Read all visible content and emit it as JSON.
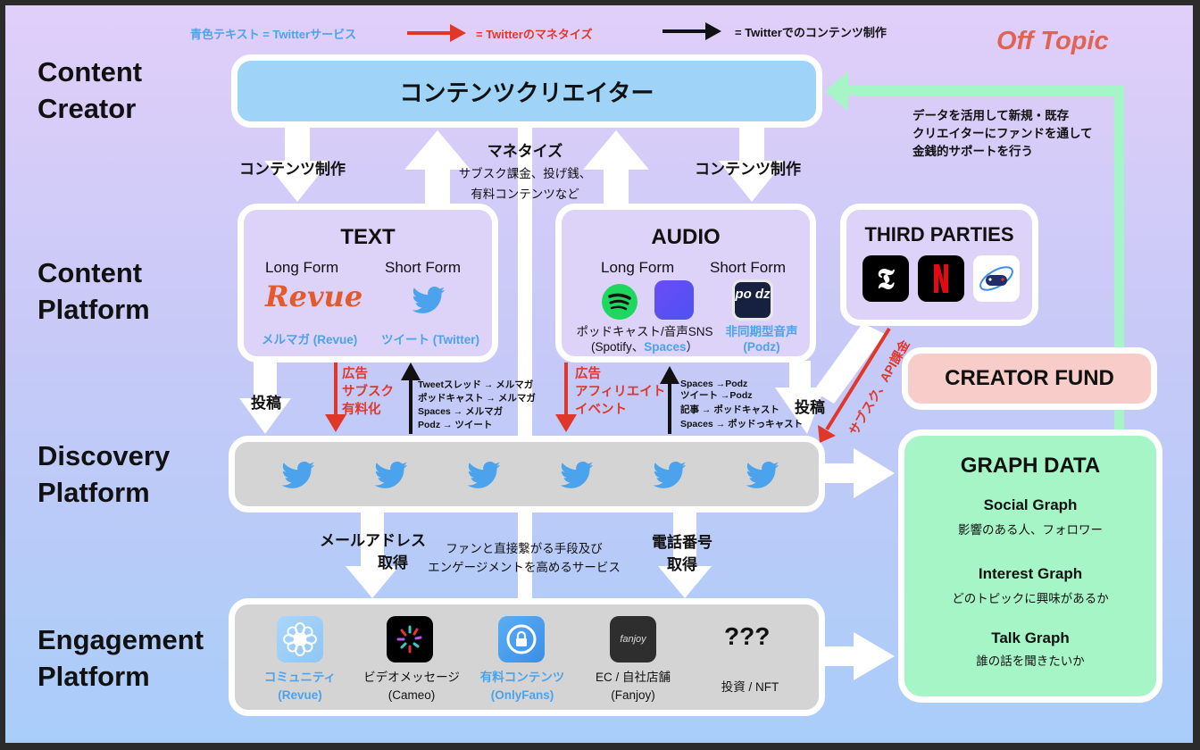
{
  "legend": {
    "blue_text": "青色テキスト = Twitterサービス",
    "red_arrow": "= Twitterのマネタイズ",
    "black_arrow": "= Twitterでのコンテンツ制作"
  },
  "off_topic": "Off Topic",
  "row_labels": {
    "content_creator": [
      "Content",
      "Creator"
    ],
    "content_platform": [
      "Content",
      "Platform"
    ],
    "discovery_platform": [
      "Discovery",
      "Platform"
    ],
    "engagement_platform": [
      "Engagement",
      "Platform"
    ]
  },
  "creator_box": {
    "title": "コンテンツクリエイター"
  },
  "arrows": {
    "content_creation_left": "コンテンツ制作",
    "content_creation_right": "コンテンツ制作",
    "monetize_title": "マネタイズ",
    "monetize_desc_1": "サブスク課金、投げ銭、",
    "monetize_desc_2": "有料コンテンツなど",
    "fund_note_1": "データを活用して新規・既存",
    "fund_note_2": "クリエイターにファンドを通して",
    "fund_note_3": "金銭的サポートを行う",
    "post_left": "投稿",
    "post_right": "投稿",
    "email_1": "メールアドレス",
    "email_2": "取得",
    "phone_1": "電話番号",
    "phone_2": "取得",
    "engage_desc_1": "ファンと直接繋がる手段及び",
    "engage_desc_2": "エンゲージメントを高めるサービス",
    "third_party_monetize": "サブスク、API課金"
  },
  "text_box": {
    "title": "TEXT",
    "long_form": "Long Form",
    "short_form": "Short Form",
    "revue_logo": "Revue",
    "long_caption": "メルマガ (Revue)",
    "short_caption": "ツイート (Twitter)",
    "monetize": [
      "広告",
      "サブスク",
      "有料化"
    ],
    "flows": [
      "Tweetスレッド → メルマガ",
      "ポッドキャスト → メルマガ",
      "Spaces → メルマガ",
      "Podz → ツイート"
    ]
  },
  "audio_box": {
    "title": "AUDIO",
    "long_form": "Long Form",
    "short_form": "Short Form",
    "podz_logo": "po dz",
    "long_caption_1": "ポッドキャスト/音声SNS",
    "long_caption_2a": "(Spotify、",
    "long_caption_2b": "Spaces",
    "long_caption_2c": "）",
    "short_caption_1": "非同期型音声",
    "short_caption_2": "(Podz)",
    "monetize": [
      "広告",
      "アフィリエイト",
      "イベント"
    ],
    "flows": [
      "Spaces →Podz",
      "ツイート →Podz",
      "記事 → ポッドキャスト",
      "Spaces → ポッドっキャスト"
    ]
  },
  "third_parties": {
    "title": "THIRD PARTIES",
    "icons": [
      "nytimes-icon",
      "netflix-icon",
      "game-icon"
    ]
  },
  "creator_fund": {
    "title": "CREATOR FUND"
  },
  "discovery": {
    "bird_count": 6
  },
  "engagement": {
    "items": [
      {
        "icon": "revue-community-icon",
        "line1": "コミュニティ",
        "line2": "(Revue)",
        "blue": true
      },
      {
        "icon": "cameo-icon",
        "line1": "ビデオメッセージ",
        "line2": "(Cameo)",
        "blue": false
      },
      {
        "icon": "onlyfans-icon",
        "line1": "有料コンテンツ",
        "line2": "(OnlyFans)",
        "blue": true
      },
      {
        "icon": "fanjoy-icon",
        "line1": "EC / 自社店舗",
        "line2": "(Fanjoy)",
        "blue": false
      },
      {
        "icon": "question-icon",
        "line1": "投資 / NFT",
        "line2": "",
        "blue": false
      }
    ],
    "fanjoy_logo": "fanjoy",
    "unknown": "???"
  },
  "graph_data": {
    "title": "GRAPH DATA",
    "items": [
      {
        "name": "Social Graph",
        "desc": "影響のある人、フォロワー"
      },
      {
        "name": "Interest Graph",
        "desc": "どのトピックに興味があるか"
      },
      {
        "name": "Talk Graph",
        "desc": "誰の話を聞きたいか"
      }
    ]
  },
  "colors": {
    "twitter_blue": "#4aa3ec",
    "monetize_red": "#e0372b",
    "off_topic": "#e06456",
    "creator_box": "#9fd3f7",
    "graph_box": "#a6f5c7",
    "fund_box": "#f8ccc9"
  }
}
